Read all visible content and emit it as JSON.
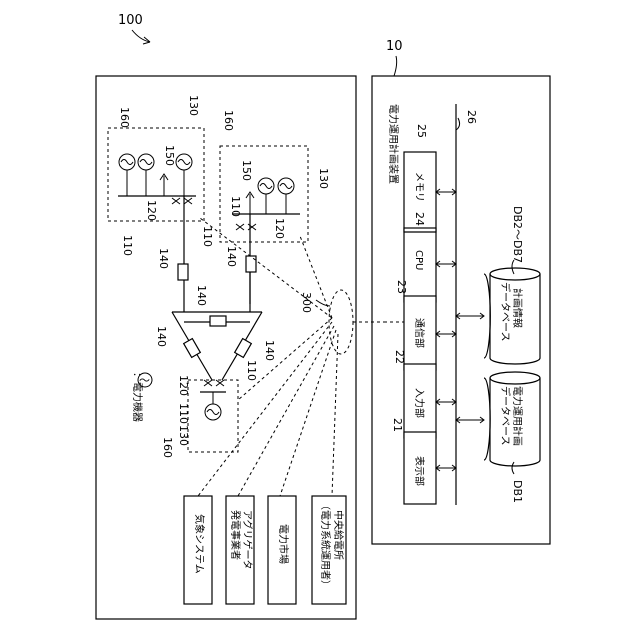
{
  "figure_ref": "100",
  "device": {
    "ref": "10",
    "title": "電力運用計画装置",
    "bus_ref": "26",
    "units": [
      {
        "ref": "25",
        "label": "メモリ"
      },
      {
        "ref": "24",
        "label": "CPU"
      },
      {
        "ref": "23",
        "label": "通信部"
      },
      {
        "ref": "22",
        "label": "入力部"
      },
      {
        "ref": "21",
        "label": "表示部"
      }
    ],
    "databases": [
      {
        "label_lines": [
          "計画情報",
          "データベース"
        ],
        "ref": "DB2～DB7"
      },
      {
        "label_lines": [
          "電力運用計画",
          "データベース"
        ],
        "ref": "DB1"
      }
    ]
  },
  "network_ref": "300",
  "external_entities": [
    {
      "label_lines": [
        "気象システム"
      ]
    },
    {
      "label_lines": [
        "アグリゲータ",
        "発電事業者"
      ]
    },
    {
      "label_lines": [
        "電力市場"
      ]
    },
    {
      "label_lines": [
        "中央給電所",
        "（電力系統運用者）"
      ]
    }
  ],
  "grid": {
    "legend_symbol": "～",
    "legend_text": "：電力機器",
    "refs": [
      "160",
      "130",
      "150",
      "120",
      "110",
      "140"
    ]
  }
}
